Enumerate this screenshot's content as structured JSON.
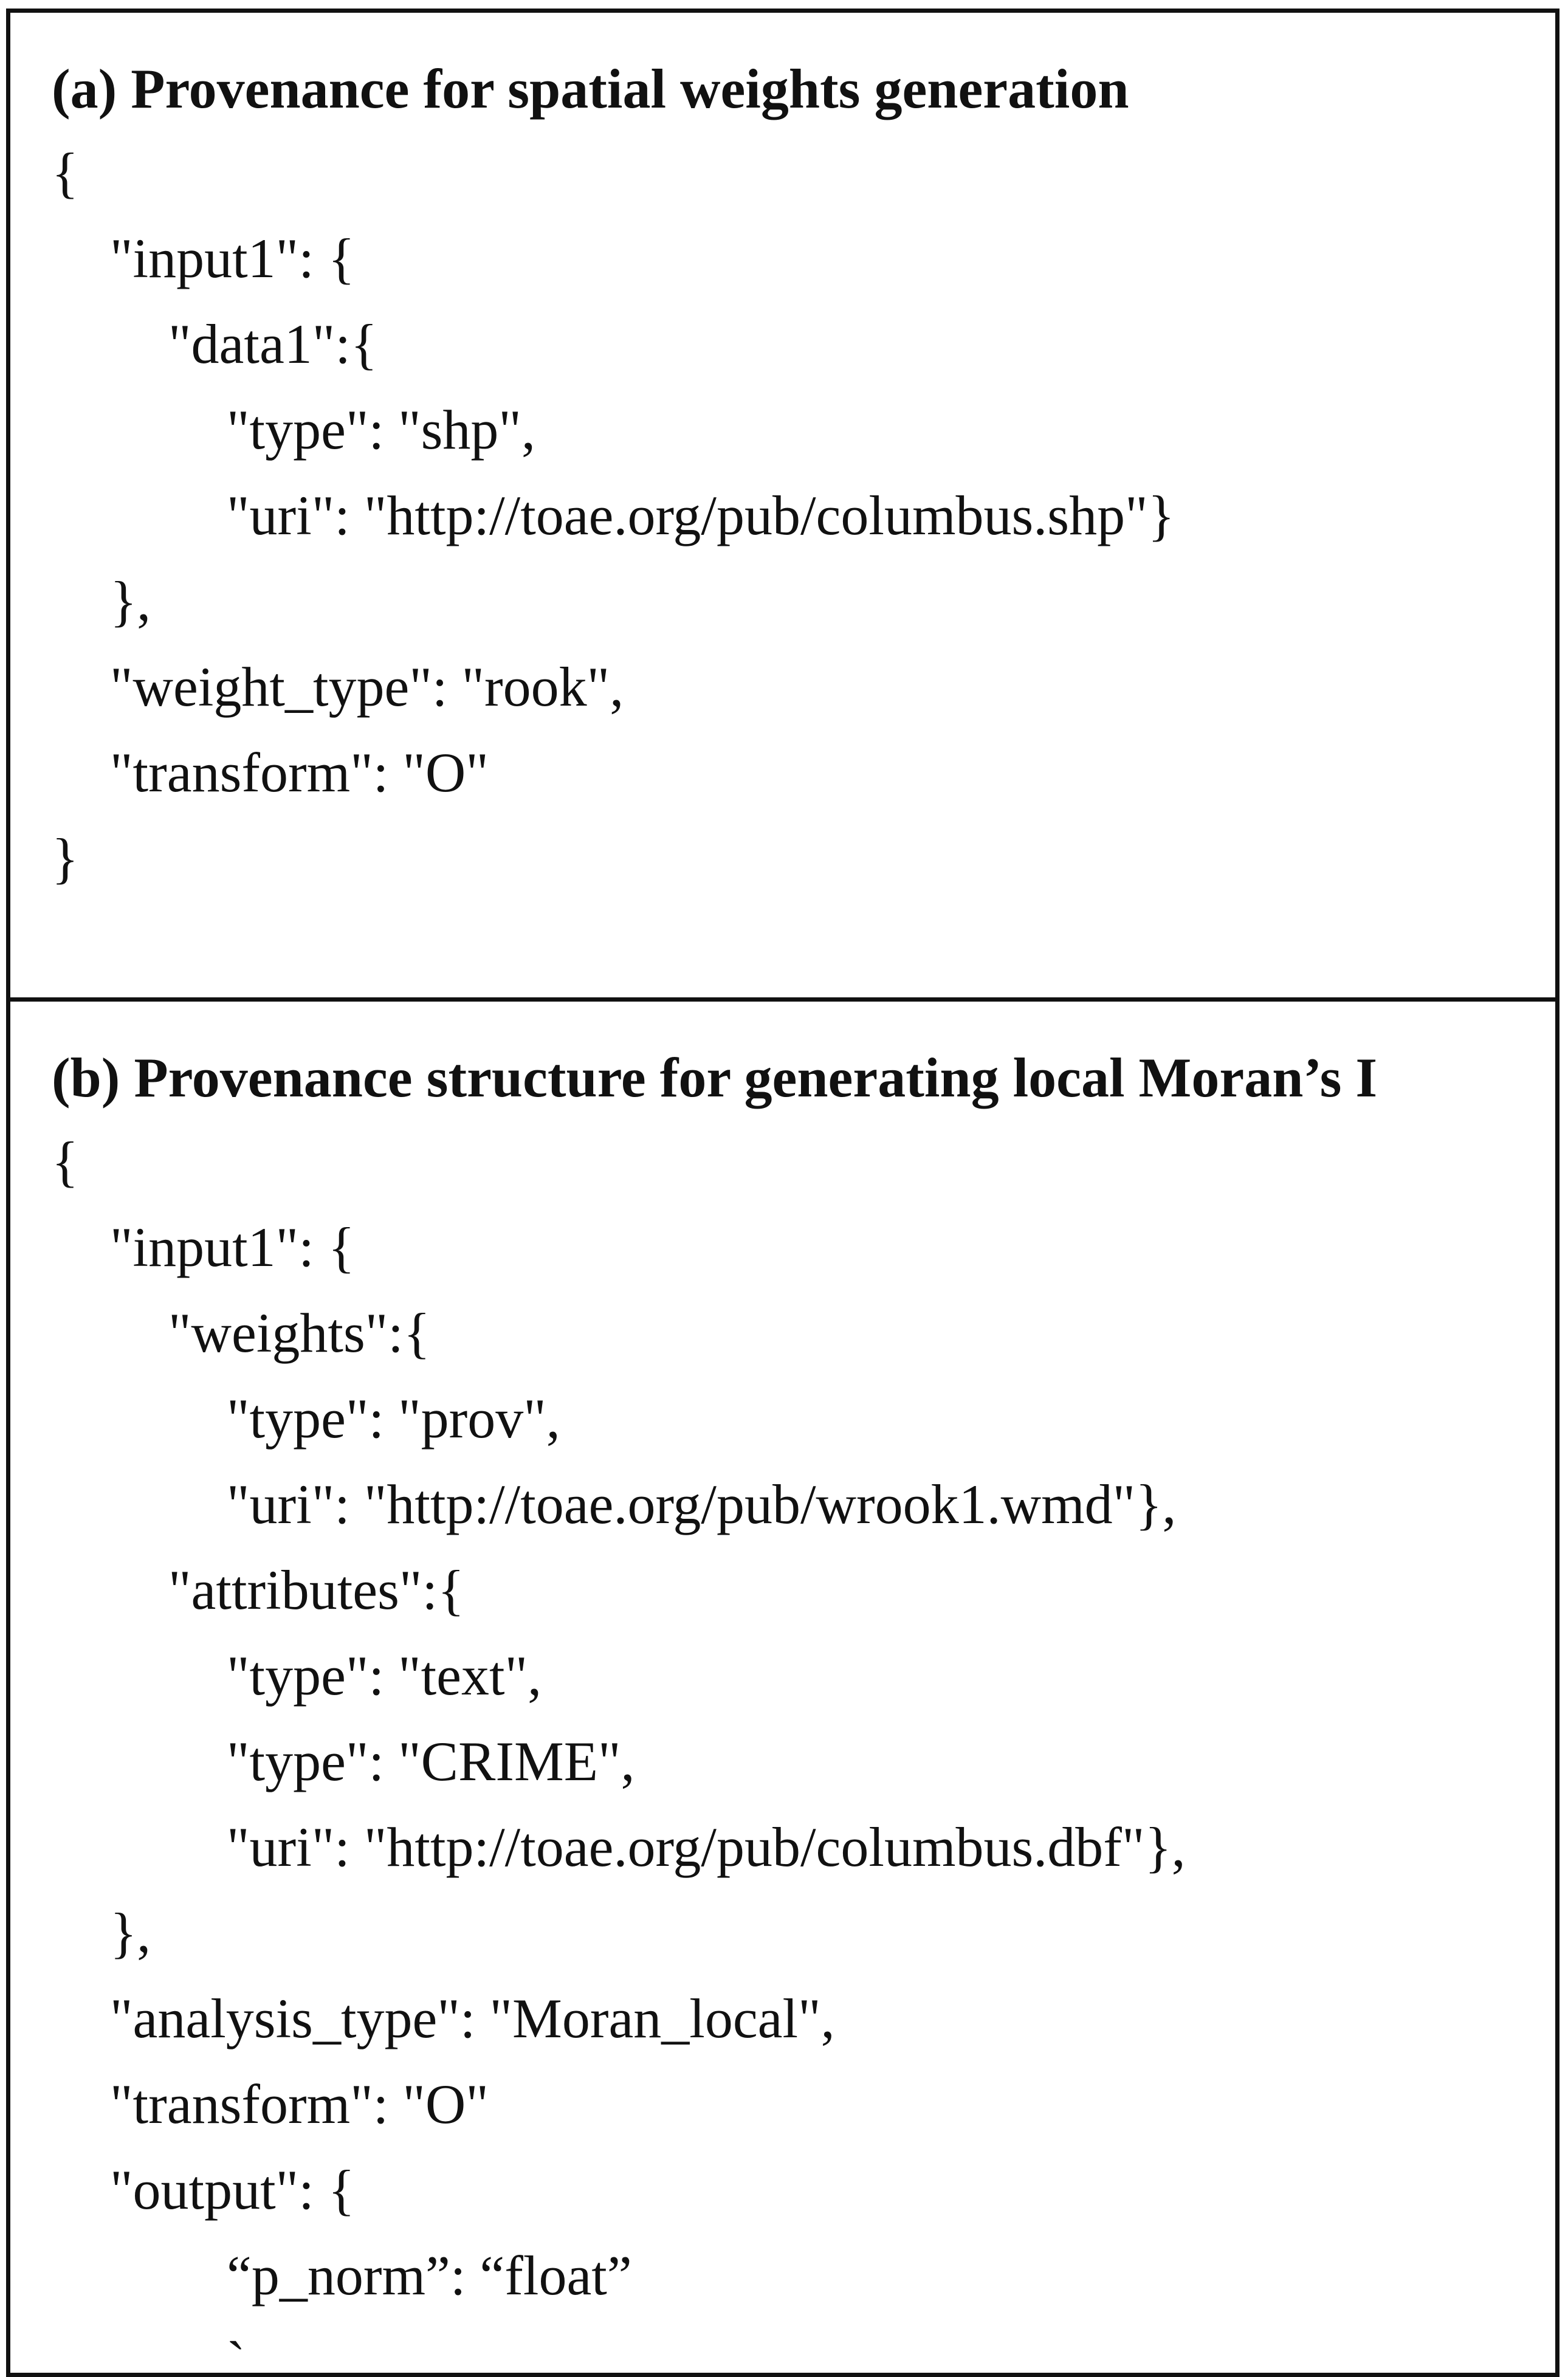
{
  "panel_a": {
    "title": "(a) Provenance for spatial weights generation",
    "lines": [
      {
        "indent": 0,
        "text": "{"
      },
      {
        "indent": 1,
        "text": "\"input1\": {"
      },
      {
        "indent": 2,
        "text": "\"data1\":{"
      },
      {
        "indent": 3,
        "text": "\"type\": \"shp\","
      },
      {
        "indent": 3,
        "text": "\"uri\": \"http://toae.org/pub/columbus.shp\"}"
      },
      {
        "indent": 1,
        "text": "},"
      },
      {
        "indent": 1,
        "text": "\"weight_type\": \"rook\","
      },
      {
        "indent": 1,
        "text": "\"transform\": \"O\""
      },
      {
        "indent": 0,
        "text": "}"
      }
    ]
  },
  "panel_b": {
    "title": "(b) Provenance structure for generating local Moran’s I",
    "lines": [
      {
        "indent": 0,
        "text": "{"
      },
      {
        "indent": 1,
        "text": "\"input1\": {"
      },
      {
        "indent": 2,
        "text": "\"weights\":{"
      },
      {
        "indent": 3,
        "text": "\"type\": \"prov\","
      },
      {
        "indent": 3,
        "text": "\"uri\": \"http://toae.org/pub/wrook1.wmd\"},"
      },
      {
        "indent": 2,
        "text": "\"attributes\":{"
      },
      {
        "indent": 3,
        "text": "\"type\": \"text\","
      },
      {
        "indent": 3,
        "text": "\"type\": \"CRIME\","
      },
      {
        "indent": 3,
        "text": "\"uri\": \"http://toae.org/pub/columbus.dbf\"},"
      },
      {
        "indent": 1,
        "text": "},"
      },
      {
        "indent": 1,
        "text": "\"analysis_type\": \"Moran_local\","
      },
      {
        "indent": 1,
        "text": "\"transform\": \"O\""
      },
      {
        "indent": 1,
        "text": "\"output\": {"
      },
      {
        "indent": 3,
        "text": "“p_norm”: “float”"
      },
      {
        "indent": 3,
        "text": "`"
      }
    ]
  }
}
